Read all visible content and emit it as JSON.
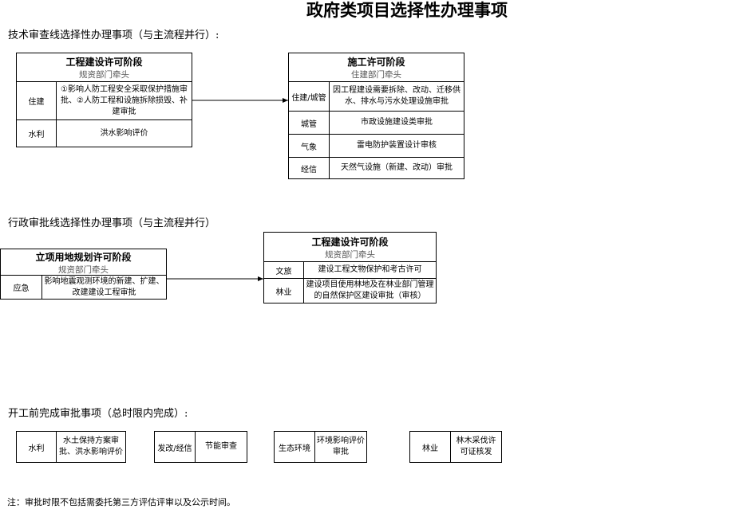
{
  "title": "政府类项目选择性办理事项",
  "section1": {
    "label": "技术审查线选择性办理事项（与主流程并行）:",
    "left_box": {
      "title": "工程建设许可阶段",
      "subtitle": "规资部门牵头",
      "rows": [
        {
          "dept": "住建",
          "item": "①影响人防工程安全采取保护措施审批、②人防工程和设施拆除损毁、补建审批"
        },
        {
          "dept": "水利",
          "item": "洪水影响评价"
        }
      ]
    },
    "right_box": {
      "title": "施工许可阶段",
      "subtitle": "住建部门牵头",
      "rows": [
        {
          "dept": "住建/城管",
          "item": "因工程建设需要拆除、改动、迁移供水、排水与污水处理设施审批"
        },
        {
          "dept": "城管",
          "item": "市政设施建设类审批"
        },
        {
          "dept": "气象",
          "item": "雷电防护装置设计审核"
        },
        {
          "dept": "经信",
          "item": "天然气设施（新建、改动）审批"
        }
      ]
    }
  },
  "section2": {
    "label": "行政审批线选择性办理事项（与主流程并行）",
    "left_box": {
      "title": "立项用地规划许可阶段",
      "subtitle": "规资部门牵头",
      "rows": [
        {
          "dept": "应急",
          "item": "影响地震观测环境的新建、扩建、改建建设工程审批"
        }
      ]
    },
    "right_box": {
      "title": "工程建设许可阶段",
      "subtitle": "规资部门牵头",
      "rows": [
        {
          "dept": "文旅",
          "item": "建设工程文物保护和考古许可"
        },
        {
          "dept": "林业",
          "item": "建设项目使用林地及在林业部门管理的自然保护区建设审批（审核）"
        }
      ]
    }
  },
  "section3": {
    "label": "开工前完成审批事项（总时限内完成）:",
    "items": [
      {
        "dept": "水利",
        "item": "水土保持方案审批、洪水影响评价"
      },
      {
        "dept": "发改/经信",
        "item": "节能审查"
      },
      {
        "dept": "生态环境",
        "item": "环境影响评价审批"
      },
      {
        "dept": "林业",
        "item": "林木采伐许可证核发"
      }
    ]
  },
  "note": "注：审批时限不包括需委托第三方评估评审以及公示时间。"
}
